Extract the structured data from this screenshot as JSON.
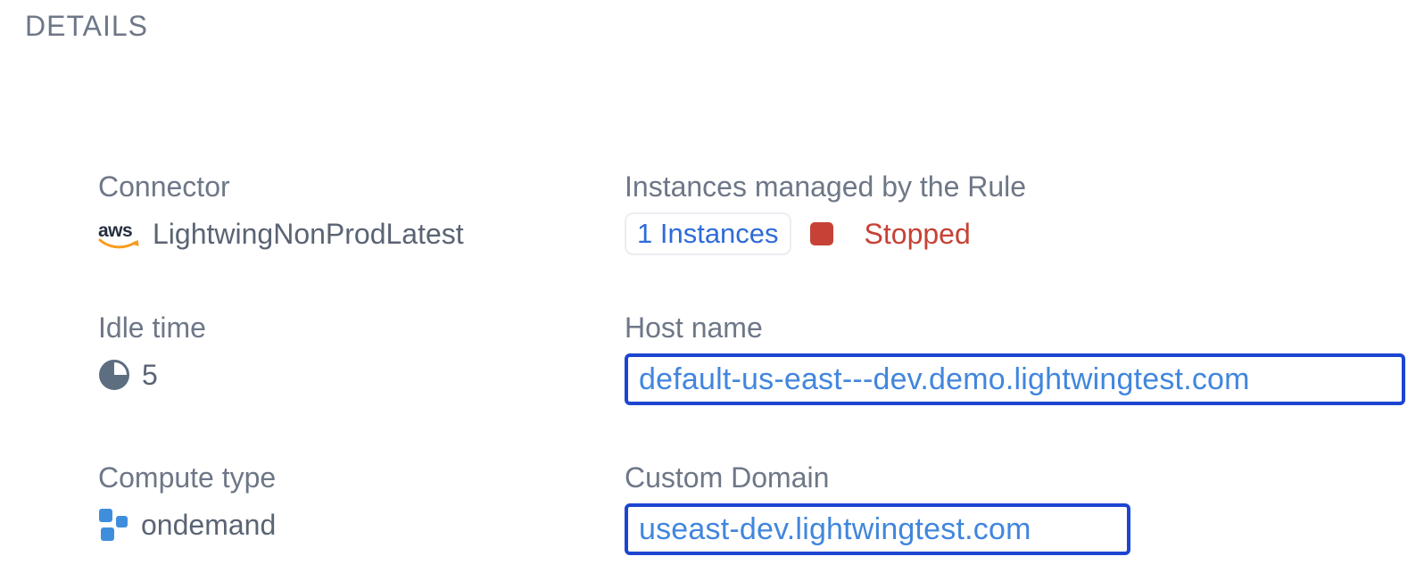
{
  "section": {
    "title": "DETAILS"
  },
  "fields": {
    "connector": {
      "label": "Connector",
      "value": "LightwingNonProdLatest",
      "icon": "aws-icon"
    },
    "instances": {
      "label": "Instances managed by the Rule",
      "count_link": "1 Instances",
      "status": "Stopped",
      "status_icon": "stopped-status-square"
    },
    "idle_time": {
      "label": "Idle time",
      "value": "5",
      "icon": "pie-chart-icon"
    },
    "host_name": {
      "label": "Host name",
      "value": "default-us-east---dev.demo.lightwingtest.com"
    },
    "compute_type": {
      "label": "Compute type",
      "value": "ondemand",
      "icon": "blocks-icon"
    },
    "custom_domain": {
      "label": "Custom Domain",
      "value": "useast-dev.lightwingtest.com"
    }
  },
  "colors": {
    "label_gray": "#6e7787",
    "value_gray": "#5a6474",
    "link_blue": "#2f6bd8",
    "domain_text_blue": "#4186dd",
    "domain_border_blue": "#1c45d1",
    "status_red": "#c64236",
    "icon_slate": "#5d6e80",
    "icon_blue": "#3f8edb",
    "aws_navy": "#252f3e",
    "aws_orange": "#f89c1c"
  }
}
